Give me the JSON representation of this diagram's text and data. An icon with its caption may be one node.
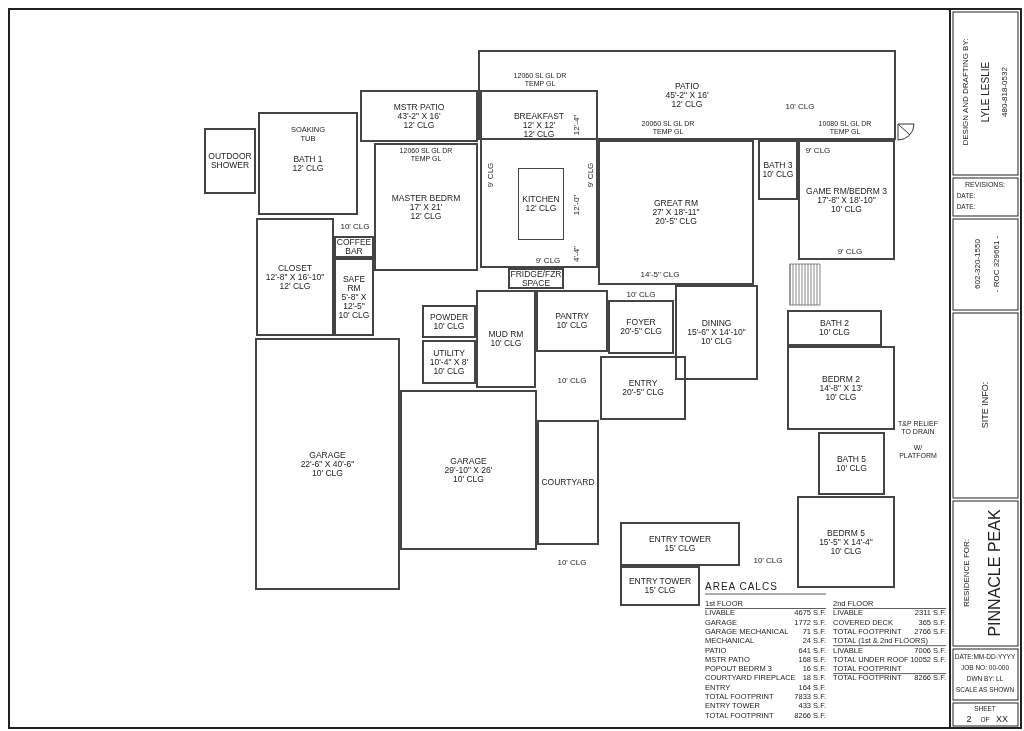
{
  "diagram": {
    "nodes": [
      {
        "text": [
          "OUTDOOR SHOWER"
        ]
      },
      {
        "text": [
          "BATH 1",
          "12' CLG"
        ]
      },
      {
        "text": [
          "MSTR PATIO",
          "43'-2\" X 16'",
          "12' CLG"
        ]
      },
      {
        "text": [
          "MASTER BEDRM",
          "17' X 21'",
          "12' CLG"
        ]
      },
      {
        "text": [
          "CLOSET",
          "12'-8\" X 16'-10\"",
          "12' CLG"
        ]
      },
      {
        "text": [
          "COFFEE BAR"
        ]
      },
      {
        "text": [
          "SAFE RM",
          "5'-8\" X 12'-5\"",
          "10' CLG"
        ]
      },
      {
        "text": [
          "POWDER",
          "10' CLG"
        ]
      },
      {
        "text": [
          "UTILITY",
          "10'-4\" X 8'",
          "10' CLG"
        ]
      },
      {
        "text": [
          "MUD RM",
          "10' CLG"
        ]
      },
      {
        "text": [
          "BREAKFAST",
          "12' X 12'",
          "12' CLG"
        ]
      },
      {
        "text": [
          "KITCHEN",
          "12' CLG"
        ],
        "in": 10
      },
      {
        "text": [
          "FRIDGE/FZR SPACE"
        ]
      },
      {
        "text": [
          "PANTRY",
          "10' CLG"
        ]
      },
      {
        "text": [
          "PATIO",
          "45'-2\" X 16'",
          "12' CLG"
        ]
      },
      {
        "text": [
          "GREAT RM",
          "27' X 18'-11\"",
          "20'-5\" CLG"
        ]
      },
      {
        "text": [
          "FOYER",
          "20'-5\" CLG"
        ]
      },
      {
        "text": [
          "DINING",
          "15'-6\" X 14'-10\"",
          "10' CLG"
        ]
      },
      {
        "text": [
          "BATH 3",
          "10' CLG"
        ]
      },
      {
        "text": [
          "GAME RM/BEDRM 3",
          "17'-8\" X 18'-10\"",
          "10' CLG"
        ]
      },
      {
        "text": [
          "BATH 2",
          "10' CLG"
        ]
      },
      {
        "text": [
          "BEDRM 2",
          "14'-8\" X 13'",
          "10' CLG"
        ]
      },
      {
        "text": [
          "BATH 5",
          "10' CLG"
        ]
      },
      {
        "text": [
          "BEDRM 5",
          "15'-5\" X 14'-4\"",
          "10' CLG"
        ]
      },
      {
        "text": [
          "GARAGE",
          "22'-6\" X 40'-6\"",
          "10' CLG"
        ]
      },
      {
        "text": [
          "GARAGE",
          "29'-10\" X 26'",
          "10' CLG"
        ]
      },
      {
        "text": [
          "ENTRY",
          "20'-5\" CLG"
        ]
      },
      {
        "text": [
          "COURTYARD"
        ]
      },
      {
        "text": [
          "ENTRY TOWER",
          "15' CLG"
        ]
      },
      {
        "text": [
          "ENTRY TOWER",
          "15' CLG"
        ]
      }
    ],
    "labels": [
      "12060 SL GL DR TEMP GL",
      "20060 SL GL DR TEMP GL",
      "10080 SL GL DR TEMP GL",
      "12060 SL GL DR TEMP GL",
      "10' CLG",
      "SOAKING TUB",
      "9' CLG",
      "12'-4\"",
      "9' CLG",
      "12'-0\"",
      "9' CLG",
      "4'-4\"",
      "10' CLG",
      "9' CLG",
      "14'-5\" CLG",
      "9' CLG",
      "10' CLG",
      "10' CLG",
      "T&P RELIEF TO DRAIN",
      "W/ PLATFORM",
      "10' CLG",
      "10' CLG",
      "AREA CALCS",
      "1st FLOOR",
      "LIVABLE",
      "4675 S.F.",
      "GARAGE",
      "1772 S.F.",
      "GARAGE MECHANICAL",
      "71 S.F.",
      "MECHANICAL",
      "24 S.F.",
      "PATIO",
      "641 S.F.",
      "MSTR PATIO",
      "168 S.F.",
      "POPOUT BEDRM 3",
      "16 S.F.",
      "COURTYARD FIREPLACE",
      "18 S.F.",
      "ENTRY",
      "164 S.F.",
      "TOTAL FOOTPRINT",
      "7833 S.F.",
      "ENTRY TOWER",
      "433 S.F.",
      "TOTAL FOOTPRINT",
      "8266 S.F.",
      "2nd FLOOR",
      "LIVABLE",
      "2311 S.F.",
      "COVERED DECK",
      "365 S.F.",
      "TOTAL FOOTPRINT",
      "2766 S.F.",
      "TOTAL (1st & 2nd FLOORS)",
      "LIVABLE",
      "7006 S.F.",
      "TOTAL UNDER ROOF",
      "10052 S.F.",
      "TOTAL FOOTPRINT",
      "TOTAL FOOTPRINT",
      "8266 S.F.",
      "DESIGN AND DRAFTING BY:",
      "LYLE LESLIE",
      "480-818-0532",
      "REVISIONS:",
      "DATE:",
      "DATE:",
      "602-320-1550",
      "- ROC 329661 -",
      "SITE INFO:",
      "RESIDENCE FOR:",
      "PINNACLE PEAK",
      "DATE:MM-DD-YYYY",
      "JOB NO: 00-000",
      "DWN BY: LL",
      "SCALE AS SHOWN",
      "SHEET",
      "2",
      "OF",
      "XX"
    ]
  }
}
